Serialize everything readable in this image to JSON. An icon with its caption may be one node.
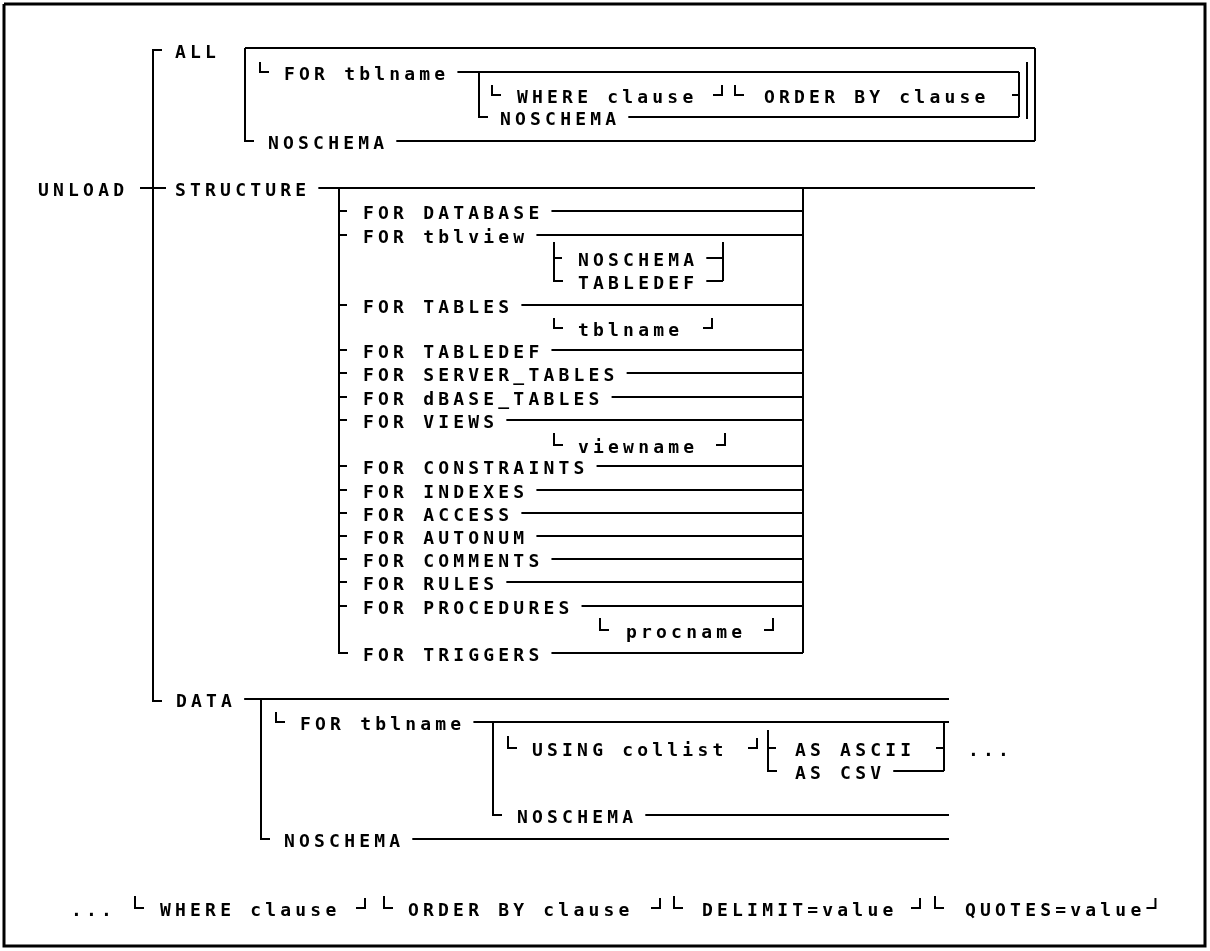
{
  "diagram": {
    "labels": [
      "ALL",
      "FOR tblname",
      "WHERE clause",
      "ORDER BY clause",
      "NOSCHEMA",
      "NOSCHEMA",
      "UNLOAD",
      "STRUCTURE",
      "FOR DATABASE",
      "FOR tblview",
      "NOSCHEMA",
      "TABLEDEF",
      "FOR TABLES",
      "tblname",
      "FOR TABLEDEF",
      "FOR SERVER_TABLES",
      "FOR dBASE_TABLES",
      "FOR VIEWS",
      "viewname",
      "FOR CONSTRAINTS",
      "FOR INDEXES",
      "FOR ACCESS",
      "FOR AUTONUM",
      "FOR COMMENTS",
      "FOR RULES",
      "FOR PROCEDURES",
      "procname",
      "FOR TRIGGERS",
      "DATA",
      "FOR tblname",
      "USING collist",
      "AS ASCII",
      "...",
      "AS CSV",
      "NOSCHEMA",
      "NOSCHEMA",
      "...",
      "WHERE clause",
      "ORDER BY clause",
      "DELIMIT=value",
      "QUOTES=value"
    ]
  }
}
